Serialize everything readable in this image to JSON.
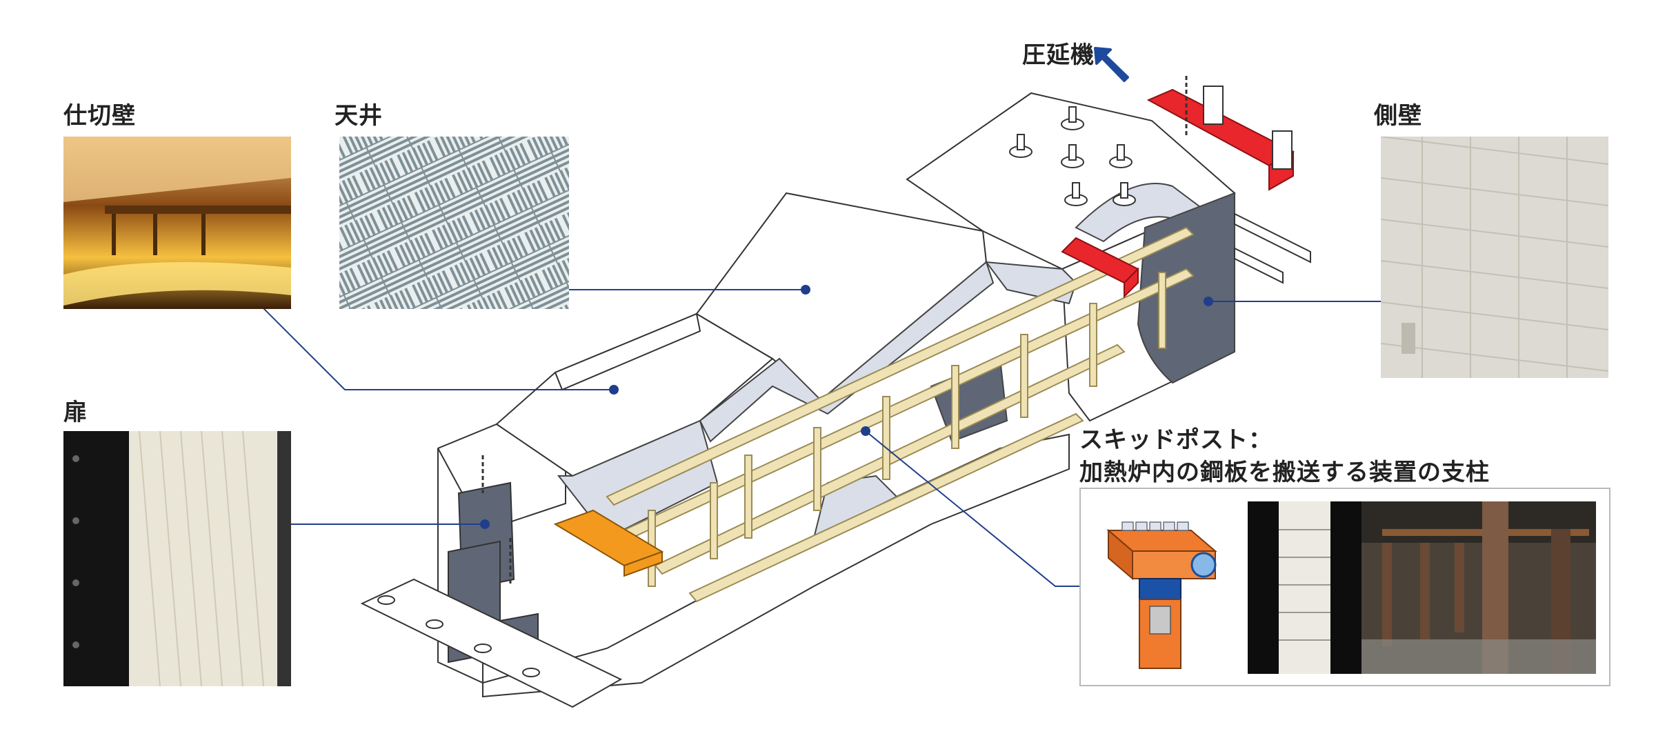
{
  "labels": {
    "partition_wall": "仕切壁",
    "ceiling": "天井",
    "door": "扉",
    "side_wall": "側壁",
    "rolling_mill": "圧延機",
    "skid_post_title": "スキッドポスト：",
    "skid_post_desc": "加熱炉内の鋼板を搬送する装置の支柱"
  },
  "colors": {
    "leader_line": "#1f3f8c",
    "arrow": "#1d4a9c",
    "gray_part": "#5f6675",
    "red_part": "#e8262b",
    "orange_part": "#f39a1e",
    "skid_rail": "#efe2b4"
  },
  "icons": {
    "rolling_mill_arrow": "arrow-up-left-icon"
  }
}
